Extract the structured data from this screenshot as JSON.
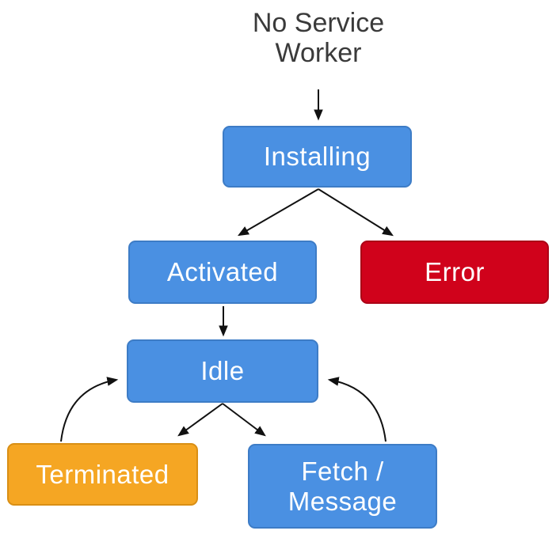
{
  "diagram": {
    "title": "No Service Worker",
    "nodes": [
      {
        "id": "installing",
        "label": "Installing",
        "fill": "#4A90E2",
        "border": "#3D7CC6",
        "text_color": "#FFFFFF"
      },
      {
        "id": "activated",
        "label": "Activated",
        "fill": "#4A90E2",
        "border": "#3D7CC6",
        "text_color": "#FFFFFF"
      },
      {
        "id": "error",
        "label": "Error",
        "fill": "#D0021B",
        "border": "#AB0116",
        "text_color": "#FFFFFF"
      },
      {
        "id": "idle",
        "label": "Idle",
        "fill": "#4A90E2",
        "border": "#3D7CC6",
        "text_color": "#FFFFFF"
      },
      {
        "id": "terminated",
        "label": "Terminated",
        "fill": "#F5A623",
        "border": "#D98F15",
        "text_color": "#FFFFFF"
      },
      {
        "id": "fetch-message",
        "label": "Fetch / Message",
        "fill": "#4A90E2",
        "border": "#3D7CC6",
        "text_color": "#FFFFFF"
      }
    ],
    "edges": [
      {
        "from": "no-service-worker",
        "to": "installing"
      },
      {
        "from": "installing",
        "to": "activated"
      },
      {
        "from": "installing",
        "to": "error"
      },
      {
        "from": "activated",
        "to": "idle"
      },
      {
        "from": "idle",
        "to": "terminated"
      },
      {
        "from": "idle",
        "to": "fetch-message"
      },
      {
        "from": "terminated",
        "to": "idle"
      },
      {
        "from": "fetch-message",
        "to": "idle"
      }
    ],
    "colors": {
      "background": "#FFFFFF",
      "arrow": "#111111",
      "title_text": "#3A3A3A"
    }
  }
}
